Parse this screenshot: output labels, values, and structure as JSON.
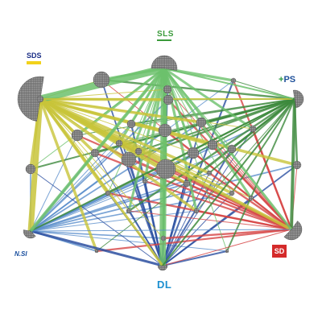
{
  "parties": [
    {
      "id": "sds",
      "label": "SDS",
      "color": "#c8c43a"
    },
    {
      "id": "sls",
      "label": "SLS",
      "color": "#6cc16c"
    },
    {
      "id": "ps",
      "label": "PS",
      "color": "#3d8a3d"
    },
    {
      "id": "sd",
      "label": "SD",
      "color": "#d64545"
    },
    {
      "id": "dl",
      "label": "DL",
      "color": "#2b4fa0"
    },
    {
      "id": "nsi",
      "label": "N.SI",
      "color": "#5b8fcc"
    }
  ],
  "ps_plus": "+"
}
